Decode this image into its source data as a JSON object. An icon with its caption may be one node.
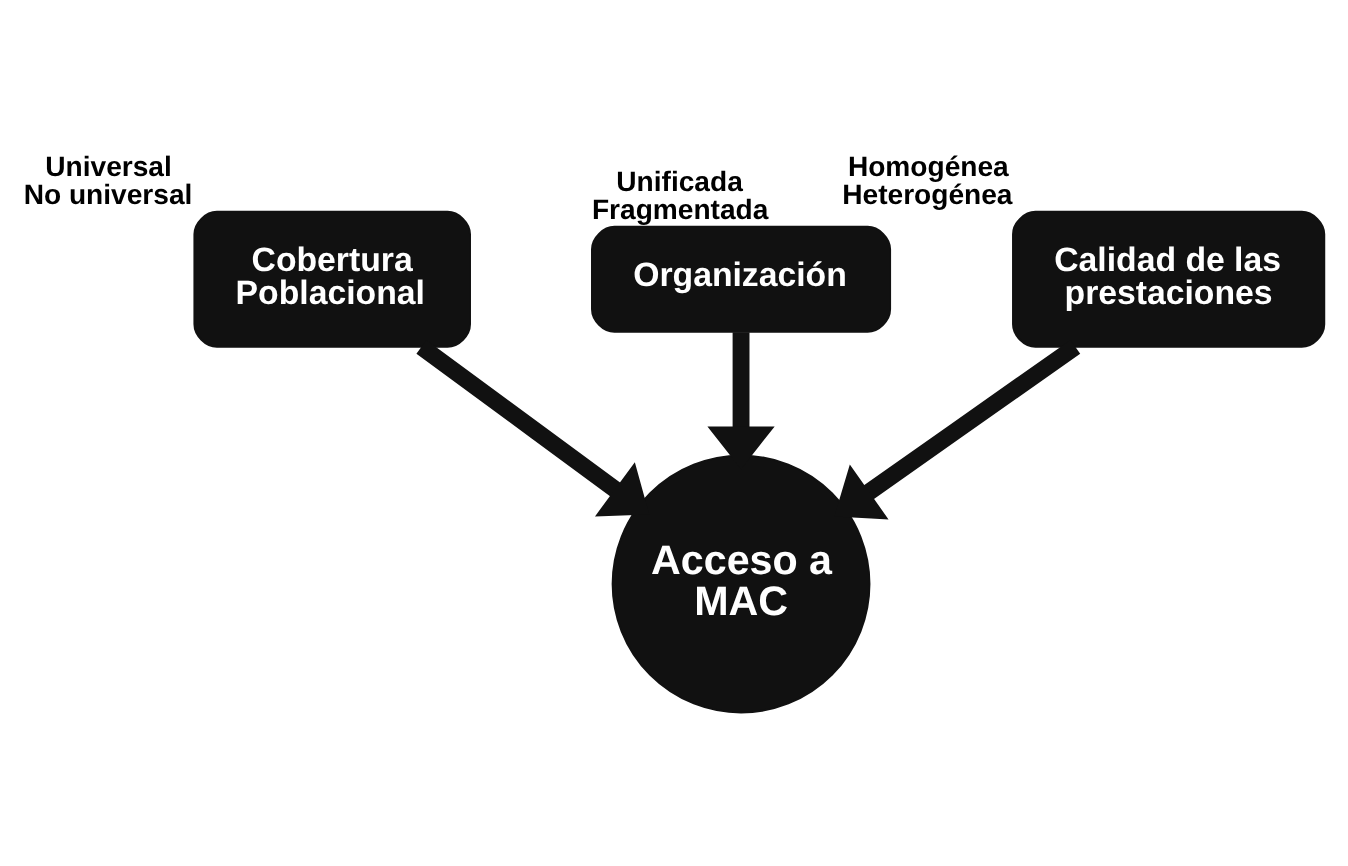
{
  "diagram": {
    "nodes": [
      {
        "text": [
          "Organización"
        ],
        "beside": [
          "Unificada",
          "Fragmentada"
        ]
      },
      {
        "text": [
          "Cobertura Poblacional"
        ],
        "beside": [
          "Universal",
          "No universal"
        ]
      },
      {
        "text": [
          "Calidad de las prestaciones"
        ],
        "beside": [
          "Homogénea",
          "Heterogénea"
        ]
      },
      {
        "text": [
          "Acceso a MAC"
        ]
      }
    ],
    "edges": [
      {
        "from": 0,
        "to": 3,
        "arrow": "to"
      },
      {
        "from": 1,
        "to": 3,
        "arrow": "to"
      },
      {
        "from": 2,
        "to": 3,
        "arrow": "to"
      }
    ]
  }
}
